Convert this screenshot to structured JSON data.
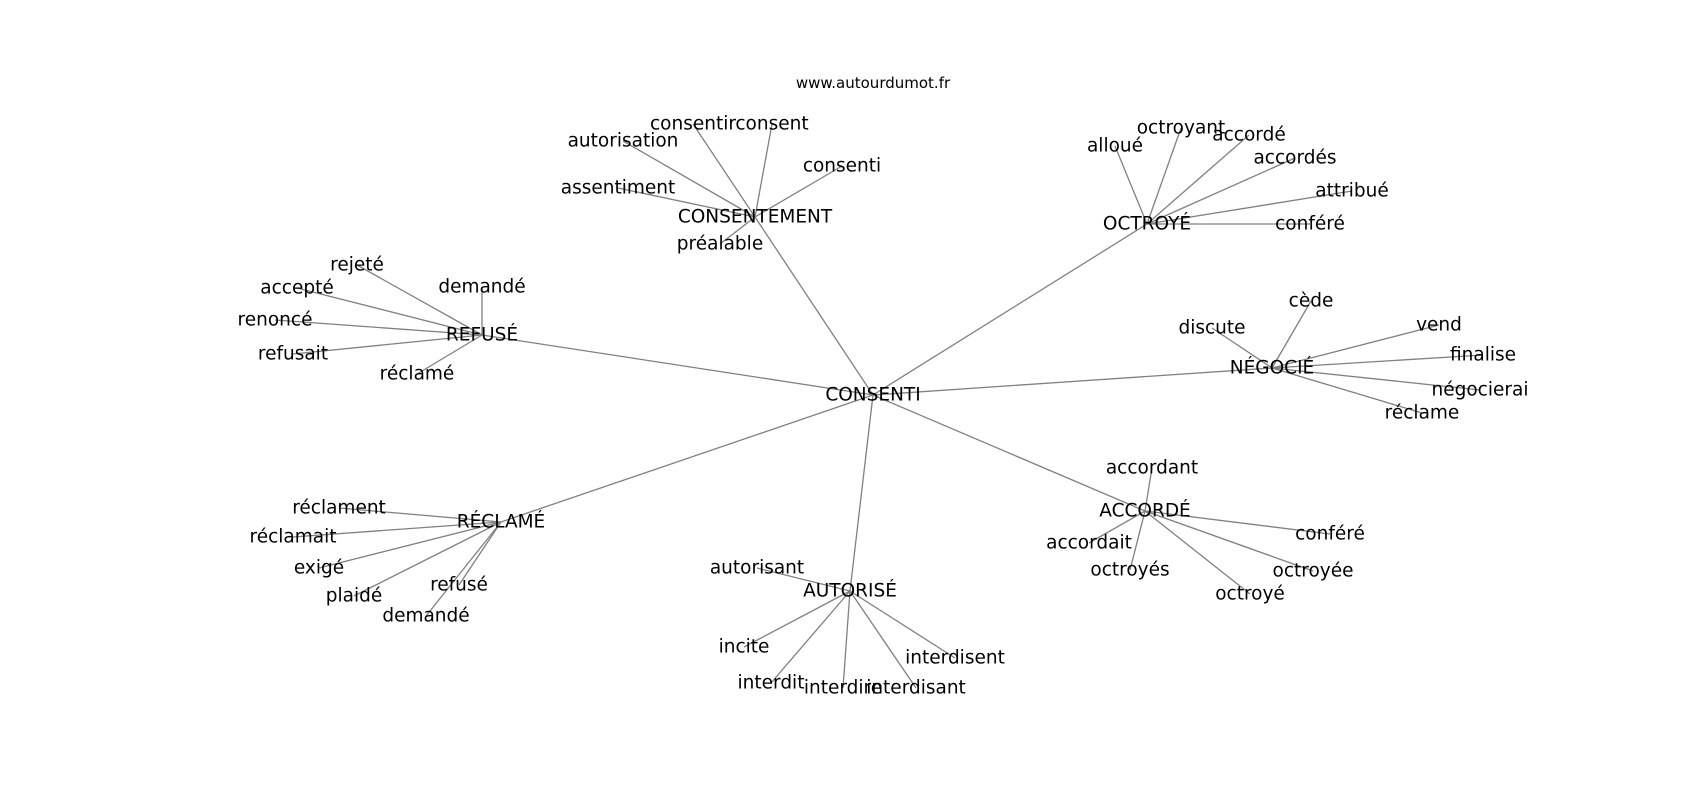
{
  "site": "www.autourdumot.fr",
  "center": {
    "id": "consenti",
    "label": "CONSENTI"
  },
  "hubs": [
    {
      "id": "consentement",
      "label": "CONSENTEMENT",
      "leaves": [
        {
          "id": "consentir",
          "label": "consentir"
        },
        {
          "id": "consent",
          "label": "consent"
        },
        {
          "id": "autorisation",
          "label": "autorisation"
        },
        {
          "id": "consenti-leaf",
          "label": "consenti"
        },
        {
          "id": "assentiment",
          "label": "assentiment"
        },
        {
          "id": "prealable",
          "label": "préalable"
        }
      ]
    },
    {
      "id": "octroye",
      "label": "OCTROYÉ",
      "leaves": [
        {
          "id": "octroyant",
          "label": "octroyant"
        },
        {
          "id": "alloue",
          "label": "alloué"
        },
        {
          "id": "accorde",
          "label": "accordé"
        },
        {
          "id": "accordes",
          "label": "accordés"
        },
        {
          "id": "attribue",
          "label": "attribué"
        },
        {
          "id": "confere",
          "label": "conféré"
        }
      ]
    },
    {
      "id": "refuse",
      "label": "REFUSÉ",
      "leaves": [
        {
          "id": "rejete",
          "label": "rejeté"
        },
        {
          "id": "accepte",
          "label": "accepté"
        },
        {
          "id": "demande",
          "label": "demandé"
        },
        {
          "id": "renonce",
          "label": "renoncé"
        },
        {
          "id": "refusait",
          "label": "refusait"
        },
        {
          "id": "reclame",
          "label": "réclamé"
        }
      ]
    },
    {
      "id": "negocie",
      "label": "NÉGOCIÉ",
      "leaves": [
        {
          "id": "cede",
          "label": "cède"
        },
        {
          "id": "discute",
          "label": "discute"
        },
        {
          "id": "vend",
          "label": "vend"
        },
        {
          "id": "finalise",
          "label": "finalise"
        },
        {
          "id": "negocierai",
          "label": "négocierai"
        },
        {
          "id": "reclame-verb",
          "label": "réclame"
        }
      ]
    },
    {
      "id": "accorde-hub",
      "label": "ACCORDÉ",
      "leaves": [
        {
          "id": "accordant",
          "label": "accordant"
        },
        {
          "id": "accordait",
          "label": "accordait"
        },
        {
          "id": "confere-2",
          "label": "conféré"
        },
        {
          "id": "octroyes",
          "label": "octroyés"
        },
        {
          "id": "octroyee",
          "label": "octroyée"
        },
        {
          "id": "octroye-leaf",
          "label": "octroyé"
        }
      ]
    },
    {
      "id": "reclame-hub",
      "label": "RÉCLAMÉ",
      "leaves": [
        {
          "id": "reclament",
          "label": "réclament"
        },
        {
          "id": "reclamait",
          "label": "réclamait"
        },
        {
          "id": "exige",
          "label": "exigé"
        },
        {
          "id": "plaide",
          "label": "plaidé"
        },
        {
          "id": "refuse-2",
          "label": "refusé"
        },
        {
          "id": "demande-2",
          "label": "demandé"
        }
      ]
    },
    {
      "id": "autorise",
      "label": "AUTORISÉ",
      "leaves": [
        {
          "id": "autorisant",
          "label": "autorisant"
        },
        {
          "id": "incite",
          "label": "incite"
        },
        {
          "id": "interdisent",
          "label": "interdisent"
        },
        {
          "id": "interdit",
          "label": "interdit"
        },
        {
          "id": "interdire",
          "label": "interdire"
        },
        {
          "id": "interdisant",
          "label": "interdisant"
        }
      ]
    }
  ]
}
